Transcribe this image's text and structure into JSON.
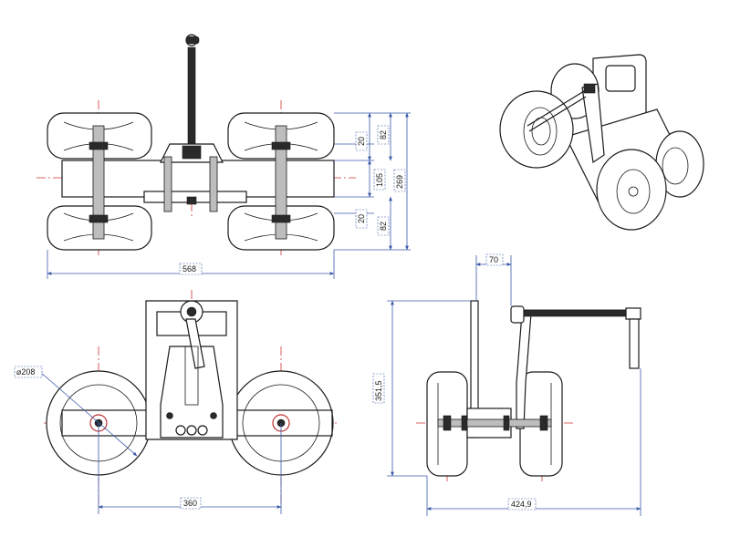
{
  "dimensions": {
    "top_gap_upper": "20",
    "top_right_upper": "82",
    "top_center": "105",
    "top_total": "269",
    "top_gap_lower": "20",
    "top_right_lower": "82",
    "top_length": "568",
    "wheel_diameter": "⌀208",
    "front_axle_spacing": "360",
    "side_offset": "70",
    "side_height": "351,5",
    "side_width": "424,9"
  },
  "colors": {
    "ink": "#1a1a1a",
    "center_line": "#d23030",
    "dimension_line": "#3a5aa8"
  }
}
